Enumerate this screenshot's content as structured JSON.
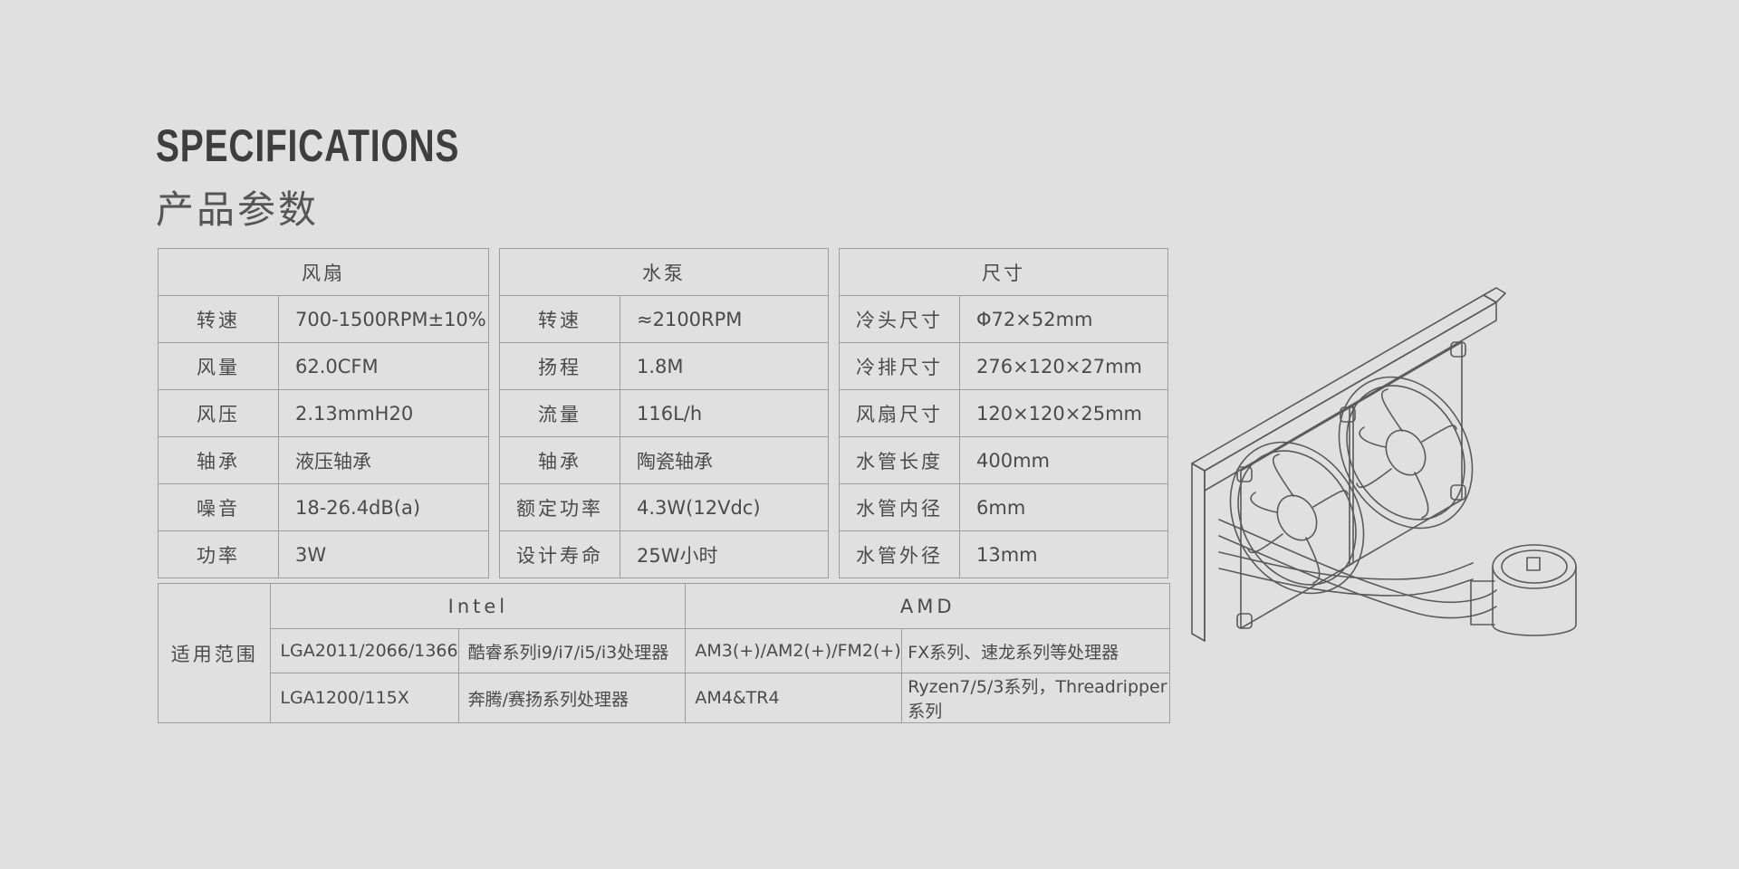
{
  "header": {
    "title_en": "SPECIFICATIONS",
    "title_cn": "产品参数"
  },
  "fan": {
    "title": "风扇",
    "rows": [
      {
        "label": "转速",
        "value": "700-1500RPM±10%"
      },
      {
        "label": "风量",
        "value": "62.0CFM"
      },
      {
        "label": "风压",
        "value": "2.13mmH20"
      },
      {
        "label": "轴承",
        "value": "液压轴承"
      },
      {
        "label": "噪音",
        "value": "18-26.4dB(a)"
      },
      {
        "label": "功率",
        "value": "3W"
      }
    ]
  },
  "pump": {
    "title": "水泵",
    "rows": [
      {
        "label": "转速",
        "value": "≈2100RPM"
      },
      {
        "label": "扬程",
        "value": "1.8M"
      },
      {
        "label": "流量",
        "value": "116L/h"
      },
      {
        "label": "轴承",
        "value": "陶瓷轴承"
      },
      {
        "label": "额定功率",
        "value": "4.3W(12Vdc)"
      },
      {
        "label": "设计寿命",
        "value": "25W小时"
      }
    ]
  },
  "size": {
    "title": "尺寸",
    "rows": [
      {
        "label": "冷头尺寸",
        "value": "Φ72×52mm"
      },
      {
        "label": "冷排尺寸",
        "value": "276×120×27mm"
      },
      {
        "label": "风扇尺寸",
        "value": "120×120×25mm"
      },
      {
        "label": "水管长度",
        "value": "400mm"
      },
      {
        "label": "水管内径",
        "value": "6mm"
      },
      {
        "label": "水管外径",
        "value": "13mm"
      }
    ]
  },
  "compat": {
    "label": "适用范围",
    "intel": {
      "title": "Intel",
      "rows": [
        {
          "socket": "LGA2011/2066/1366",
          "cpus": "酷睿系列i9/i7/i5/i3处理器"
        },
        {
          "socket": "LGA1200/115X",
          "cpus": "奔腾/赛扬系列处理器"
        }
      ]
    },
    "amd": {
      "title": "AMD",
      "rows": [
        {
          "socket": "AM3(+)/AM2(+)/FM2(+)",
          "cpus": "FX系列、速龙系列等处理器"
        },
        {
          "socket": "AM4&TR4",
          "cpus": "Ryzen7/5/3系列，Threadripper系列"
        }
      ]
    }
  },
  "illustration": {
    "icon": "aio-liquid-cooler-line-drawing"
  }
}
